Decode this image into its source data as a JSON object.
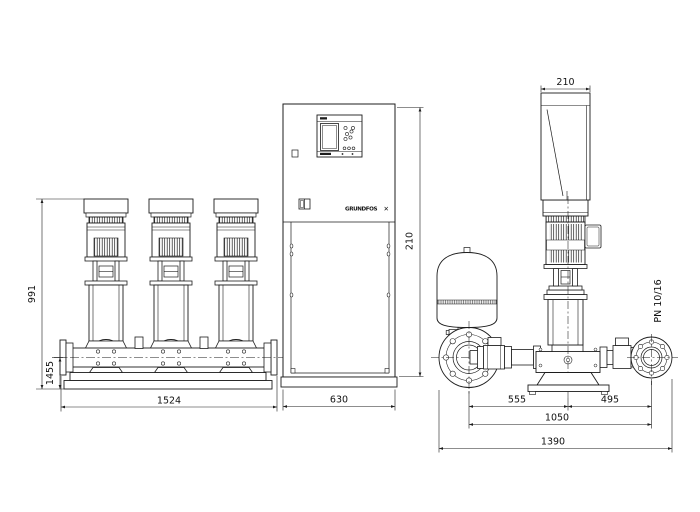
{
  "drawing": {
    "kind": "technical-dimensional-drawing",
    "line_color": "#1c1c1c",
    "background": "#ffffff"
  },
  "front_view": {
    "description": "Front view: three vertical multistage pumps on base frame with suction manifold and control cabinet",
    "pump_count": 3,
    "dimensions": {
      "overall_height": "991",
      "manifold_center_height": "1455",
      "base_frame_length": "1524",
      "cabinet_width": "630",
      "cabinet_height": "210"
    },
    "cabinet": {
      "brand": "GRUNDFOS",
      "logo_mark": "✕"
    }
  },
  "side_view": {
    "description": "Side view: pump column with control cabinet top, diaphragm tank, suction and discharge flanges",
    "dimensions": {
      "cabinet_depth": "210",
      "suction_flange_to_pump_center": "555",
      "pump_center_to_discharge_flange": "495",
      "flange_to_flange": "1050",
      "overall_length": "1390"
    },
    "flange_rating": "PN 10/16"
  }
}
